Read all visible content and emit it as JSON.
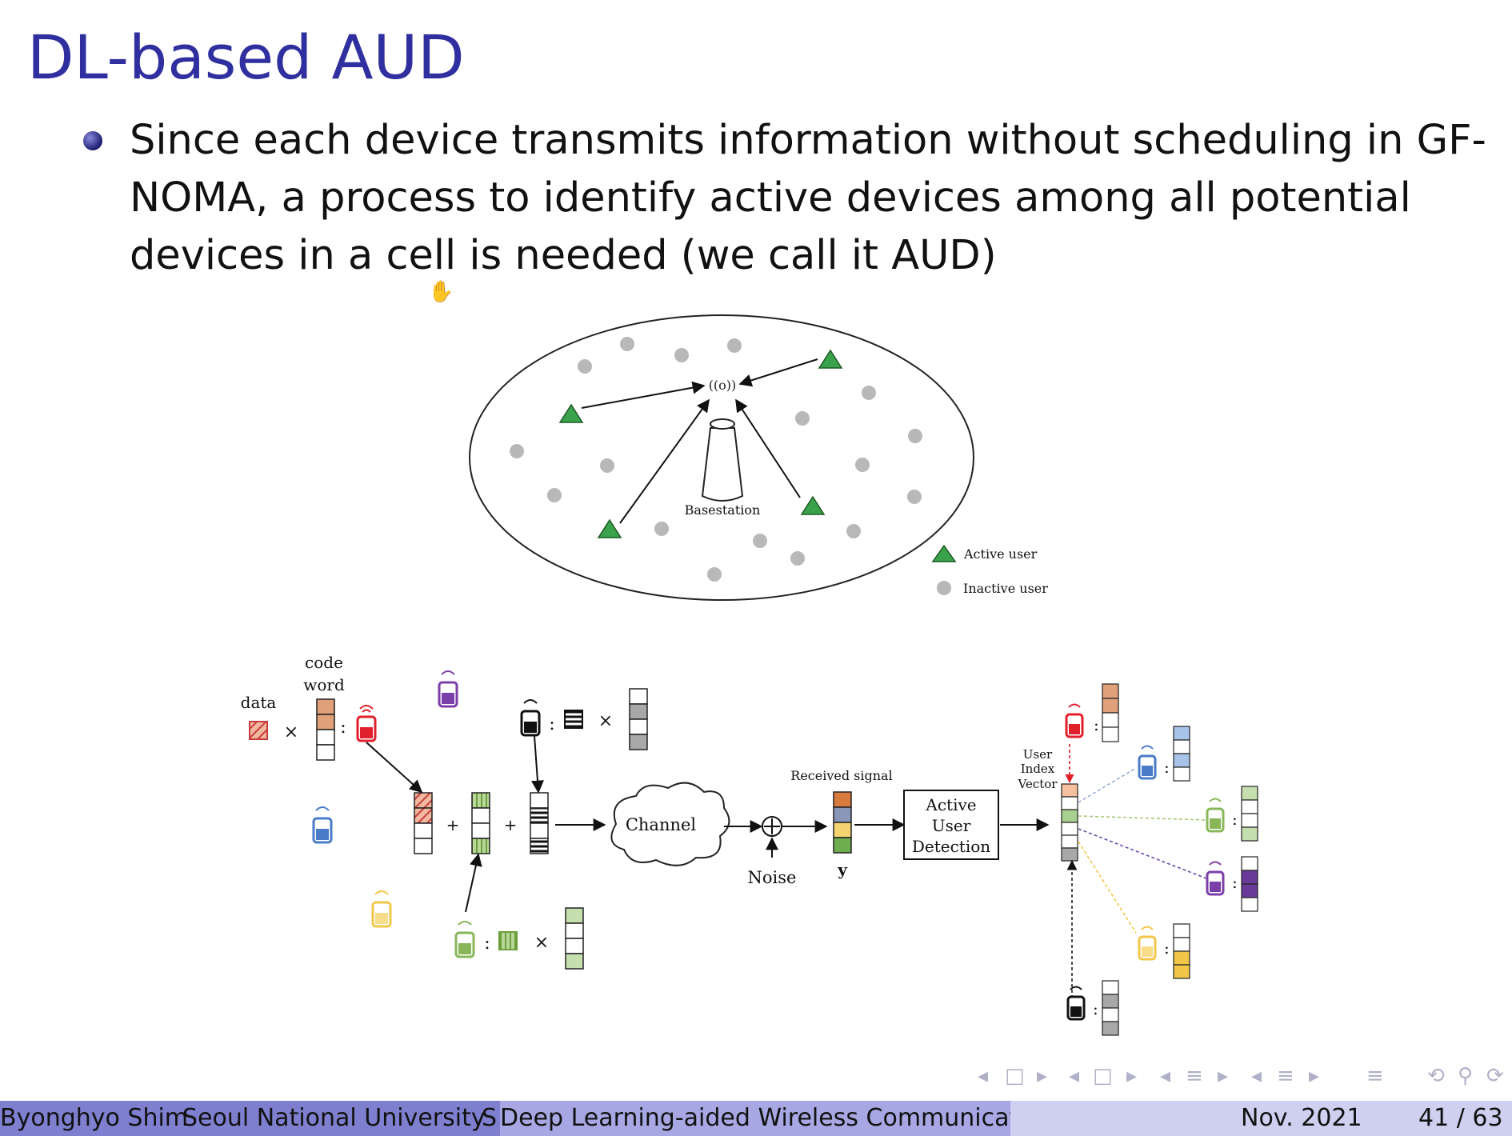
{
  "slide": {
    "title": "DL-based AUD",
    "bullet": "Since each device transmits information without scheduling in GF-NOMA, a process to identify active devices among all potential devices in a cell is needed (we call it AUD)"
  },
  "figure_top": {
    "basestation_label": "Basestation",
    "legend_active": "Active user",
    "legend_inactive": "Inactive user",
    "colors": {
      "active": "#3aa24a",
      "inactive": "#b8b8b8"
    }
  },
  "figure_bottom": {
    "label_data": "data",
    "label_code_line1": "code",
    "label_code_line2": "word",
    "times": "×",
    "colon": ":",
    "plus": "+",
    "channel": "Channel",
    "noise": "Noise",
    "received_signal": "Received signal",
    "y_label": "y",
    "aud_line1": "Active",
    "aud_line2": "User",
    "aud_line3": "Detection",
    "uiv_line1": "User",
    "uiv_line2": "Index",
    "uiv_line3": "Vector",
    "colors": {
      "red": "#e0202a",
      "purple": "#7b3fa8",
      "blue": "#4a7bc8",
      "yellow": "#f2c648",
      "green": "#8ab65a",
      "black": "#111111",
      "orange": "#e0a07a"
    }
  },
  "nav": {
    "arrow_left": "◂",
    "arrow_right": "▸",
    "frame_icon": "□",
    "section_icon": "≡",
    "search_icon": "⟲"
  },
  "footer": {
    "author": "Byonghyo Shim",
    "institution": "Seoul National University",
    "institution_tail": "S",
    "course": "Deep Learning-aided Wireless Communication",
    "date": "Nov. 2021",
    "page": "41 / 63"
  }
}
